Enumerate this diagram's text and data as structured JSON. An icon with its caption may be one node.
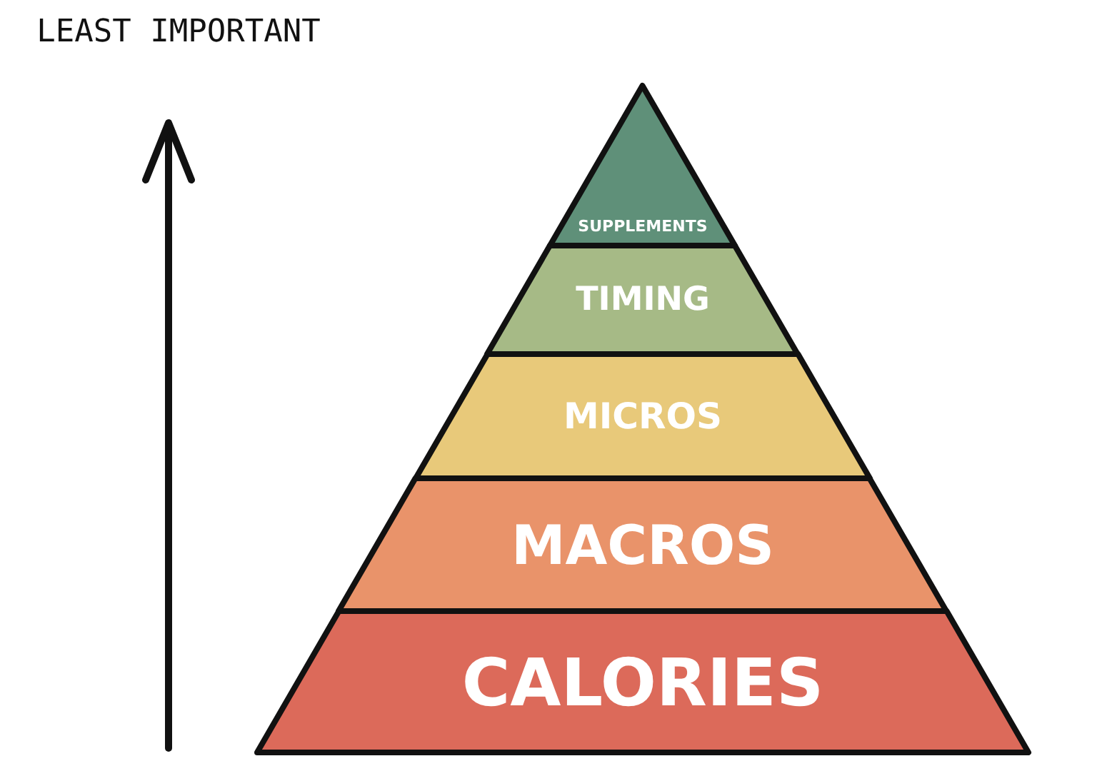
{
  "diagram": {
    "nodes": [
      {
        "text": [
          "SUPPLEMENTS"
        ]
      },
      {
        "text": [
          "TIMING"
        ]
      },
      {
        "text": [
          "MICROS"
        ]
      },
      {
        "text": [
          "MACROS"
        ]
      },
      {
        "text": [
          "CALORIES"
        ]
      }
    ],
    "labels": [
      "LEAST IMPORTANT"
    ]
  }
}
